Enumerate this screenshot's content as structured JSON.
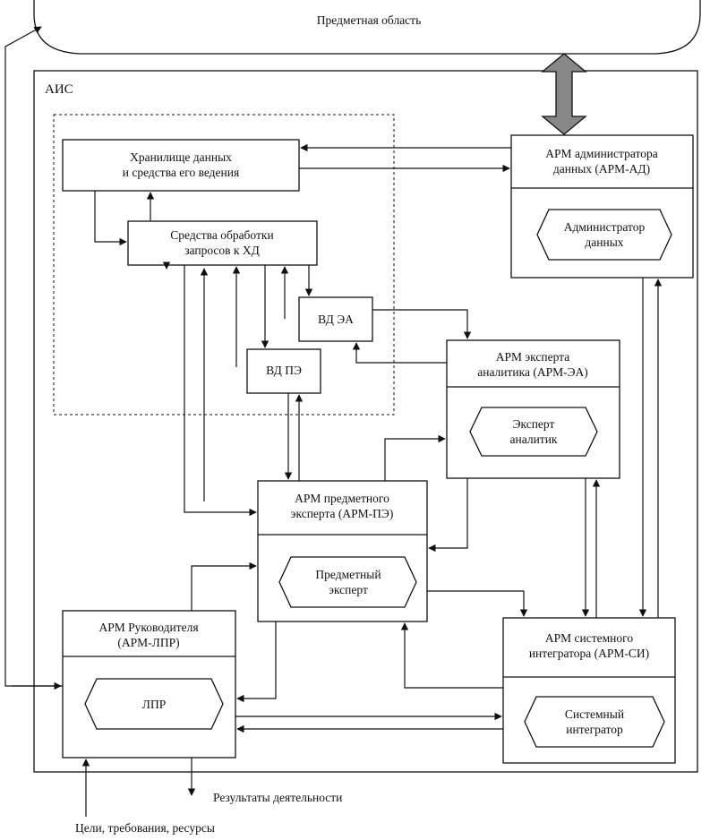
{
  "domain_area": "Предметная область",
  "ais_label": "АИС",
  "boxes": {
    "storage": [
      "Хранилище данных",
      "и средства его ведения"
    ],
    "query": [
      "Средства обработки",
      "запросов к ХД"
    ],
    "vd_ea": "ВД ЭА",
    "vd_pe": "ВД ПЭ",
    "arm_ad": [
      "АРМ администратора",
      "данных (АРМ-АД)"
    ],
    "arm_ea": [
      "АРМ эксперта",
      "аналитика (АРМ-ЭА)"
    ],
    "arm_pe": [
      "АРМ предметного",
      "эксперта (АРМ-ПЭ)"
    ],
    "arm_lpr": [
      "АРМ Руководителя",
      "(АРМ-ЛПР)"
    ],
    "arm_si": [
      "АРМ системного",
      "интегратора (АРМ-СИ)"
    ]
  },
  "roles": {
    "admin": [
      "Администратор",
      "данных"
    ],
    "analyst": [
      "Эксперт",
      "аналитик"
    ],
    "subject": [
      "Предметный",
      "эксперт"
    ],
    "lpr": "ЛПР",
    "integrator": [
      "Системный",
      "интегратор"
    ]
  },
  "io": {
    "results": "Результаты деятельности",
    "inputs": "Цели, требования, ресурсы"
  }
}
